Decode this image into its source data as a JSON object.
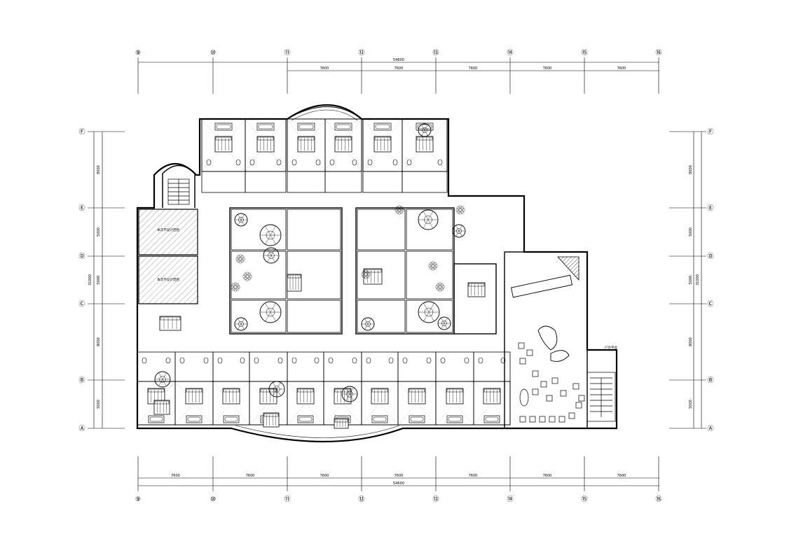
{
  "top_axes": [
    "⑨",
    "⑩",
    "⑪",
    "⑫",
    "⑬",
    "⑭",
    "⑮",
    "⑯"
  ],
  "bottom_axes": [
    "⑨",
    "⑩",
    "⑪",
    "⑫",
    "⑬",
    "⑭",
    "⑮",
    "⑯"
  ],
  "left_axes": [
    "Ⓕ",
    "Ⓔ",
    "Ⓓ",
    "Ⓒ",
    "Ⓑ",
    "Ⓐ"
  ],
  "right_axes": [
    "Ⓕ",
    "Ⓔ",
    "Ⓓ",
    "Ⓒ",
    "Ⓑ",
    "Ⓐ"
  ],
  "top_dims": {
    "total": "54600",
    "spans": [
      "7600",
      "7600",
      "7600",
      "7600",
      "7600"
    ]
  },
  "bottom_dims": {
    "total": "54600",
    "spans": [
      "7600",
      "7600",
      "7600",
      "7600",
      "7600",
      "7600",
      "7600"
    ]
  },
  "left_dims": {
    "spans": [
      "8000",
      "5000",
      "5000",
      "8000",
      "5000"
    ],
    "total": "31000"
  },
  "right_dims": {
    "spans": [
      "8000",
      "5000",
      "5000",
      "8000",
      "5000"
    ],
    "total": "31000"
  },
  "rooms": {
    "hatched_upper": "本次不设计范围",
    "hatched_lower": "本次不设计范围",
    "entrance": "户外平台"
  }
}
